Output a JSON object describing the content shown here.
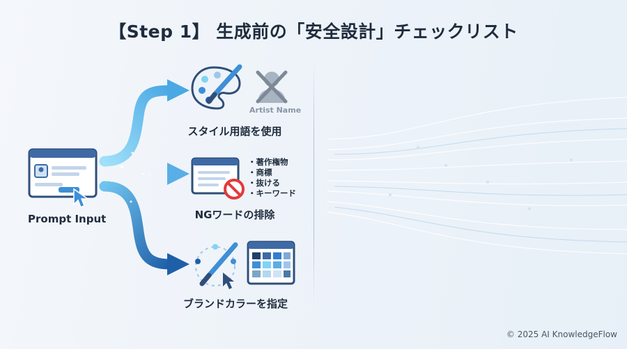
{
  "title": "【Step 1】 生成前の「安全設計」チェックリスト",
  "input": {
    "label": "Prompt Input"
  },
  "steps": [
    {
      "label": "スタイル用語を使用",
      "sub_label": "Artist Name"
    },
    {
      "label": "NGワードの排除",
      "bullets": [
        "著作権物",
        "商標",
        "抜ける",
        "キーワード"
      ]
    },
    {
      "label": "ブランドカラーを指定"
    }
  ],
  "footer": {
    "copyright": "© 2025 AI KnowledgeFlow"
  },
  "colors": {
    "accent_blue": "#2f7fd0",
    "light_blue": "#7fd4f5",
    "dark_blue": "#1f5fa8",
    "ng_red": "#e23a3a",
    "text": "#1f2c3d"
  },
  "icons": [
    "browser-window-icon",
    "cursor-icon",
    "palette-brush-icon",
    "crossed-person-icon",
    "ng-document-icon",
    "color-wheel-brush-icon",
    "color-grid-icon"
  ]
}
